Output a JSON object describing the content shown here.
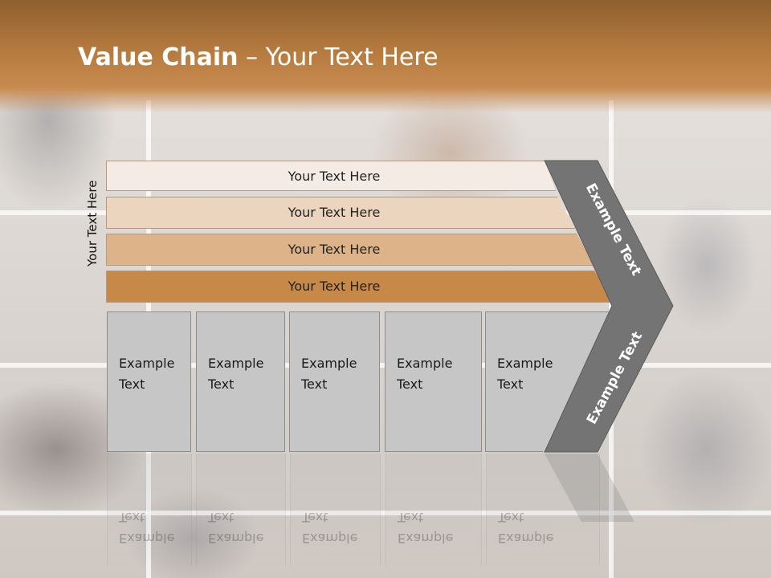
{
  "slide": {
    "title_bold": "Value Chain",
    "title_rest": " – Your Text Here",
    "side_label": "Your Text Here",
    "bars": [
      {
        "label": "Your Text Here",
        "color": "#f4ece4"
      },
      {
        "label": "Your Text Here",
        "color": "#ecd5bf"
      },
      {
        "label": "Your Text Here",
        "color": "#ddb48a"
      },
      {
        "label": "Your Text Here",
        "color": "#c78947"
      }
    ],
    "columns": [
      {
        "line1": "Example",
        "line2": "Text"
      },
      {
        "line1": "Example",
        "line2": "Text"
      },
      {
        "line1": "Example",
        "line2": "Text"
      },
      {
        "line1": "Example",
        "line2": "Text"
      },
      {
        "line1": "Example",
        "line2": "Text"
      }
    ],
    "chevron_upper_label": "Example Text",
    "chevron_lower_label": "Example Text",
    "colors": {
      "header": "#b57a3e",
      "chevron": "#747474",
      "column": "#c7c6c6"
    }
  }
}
